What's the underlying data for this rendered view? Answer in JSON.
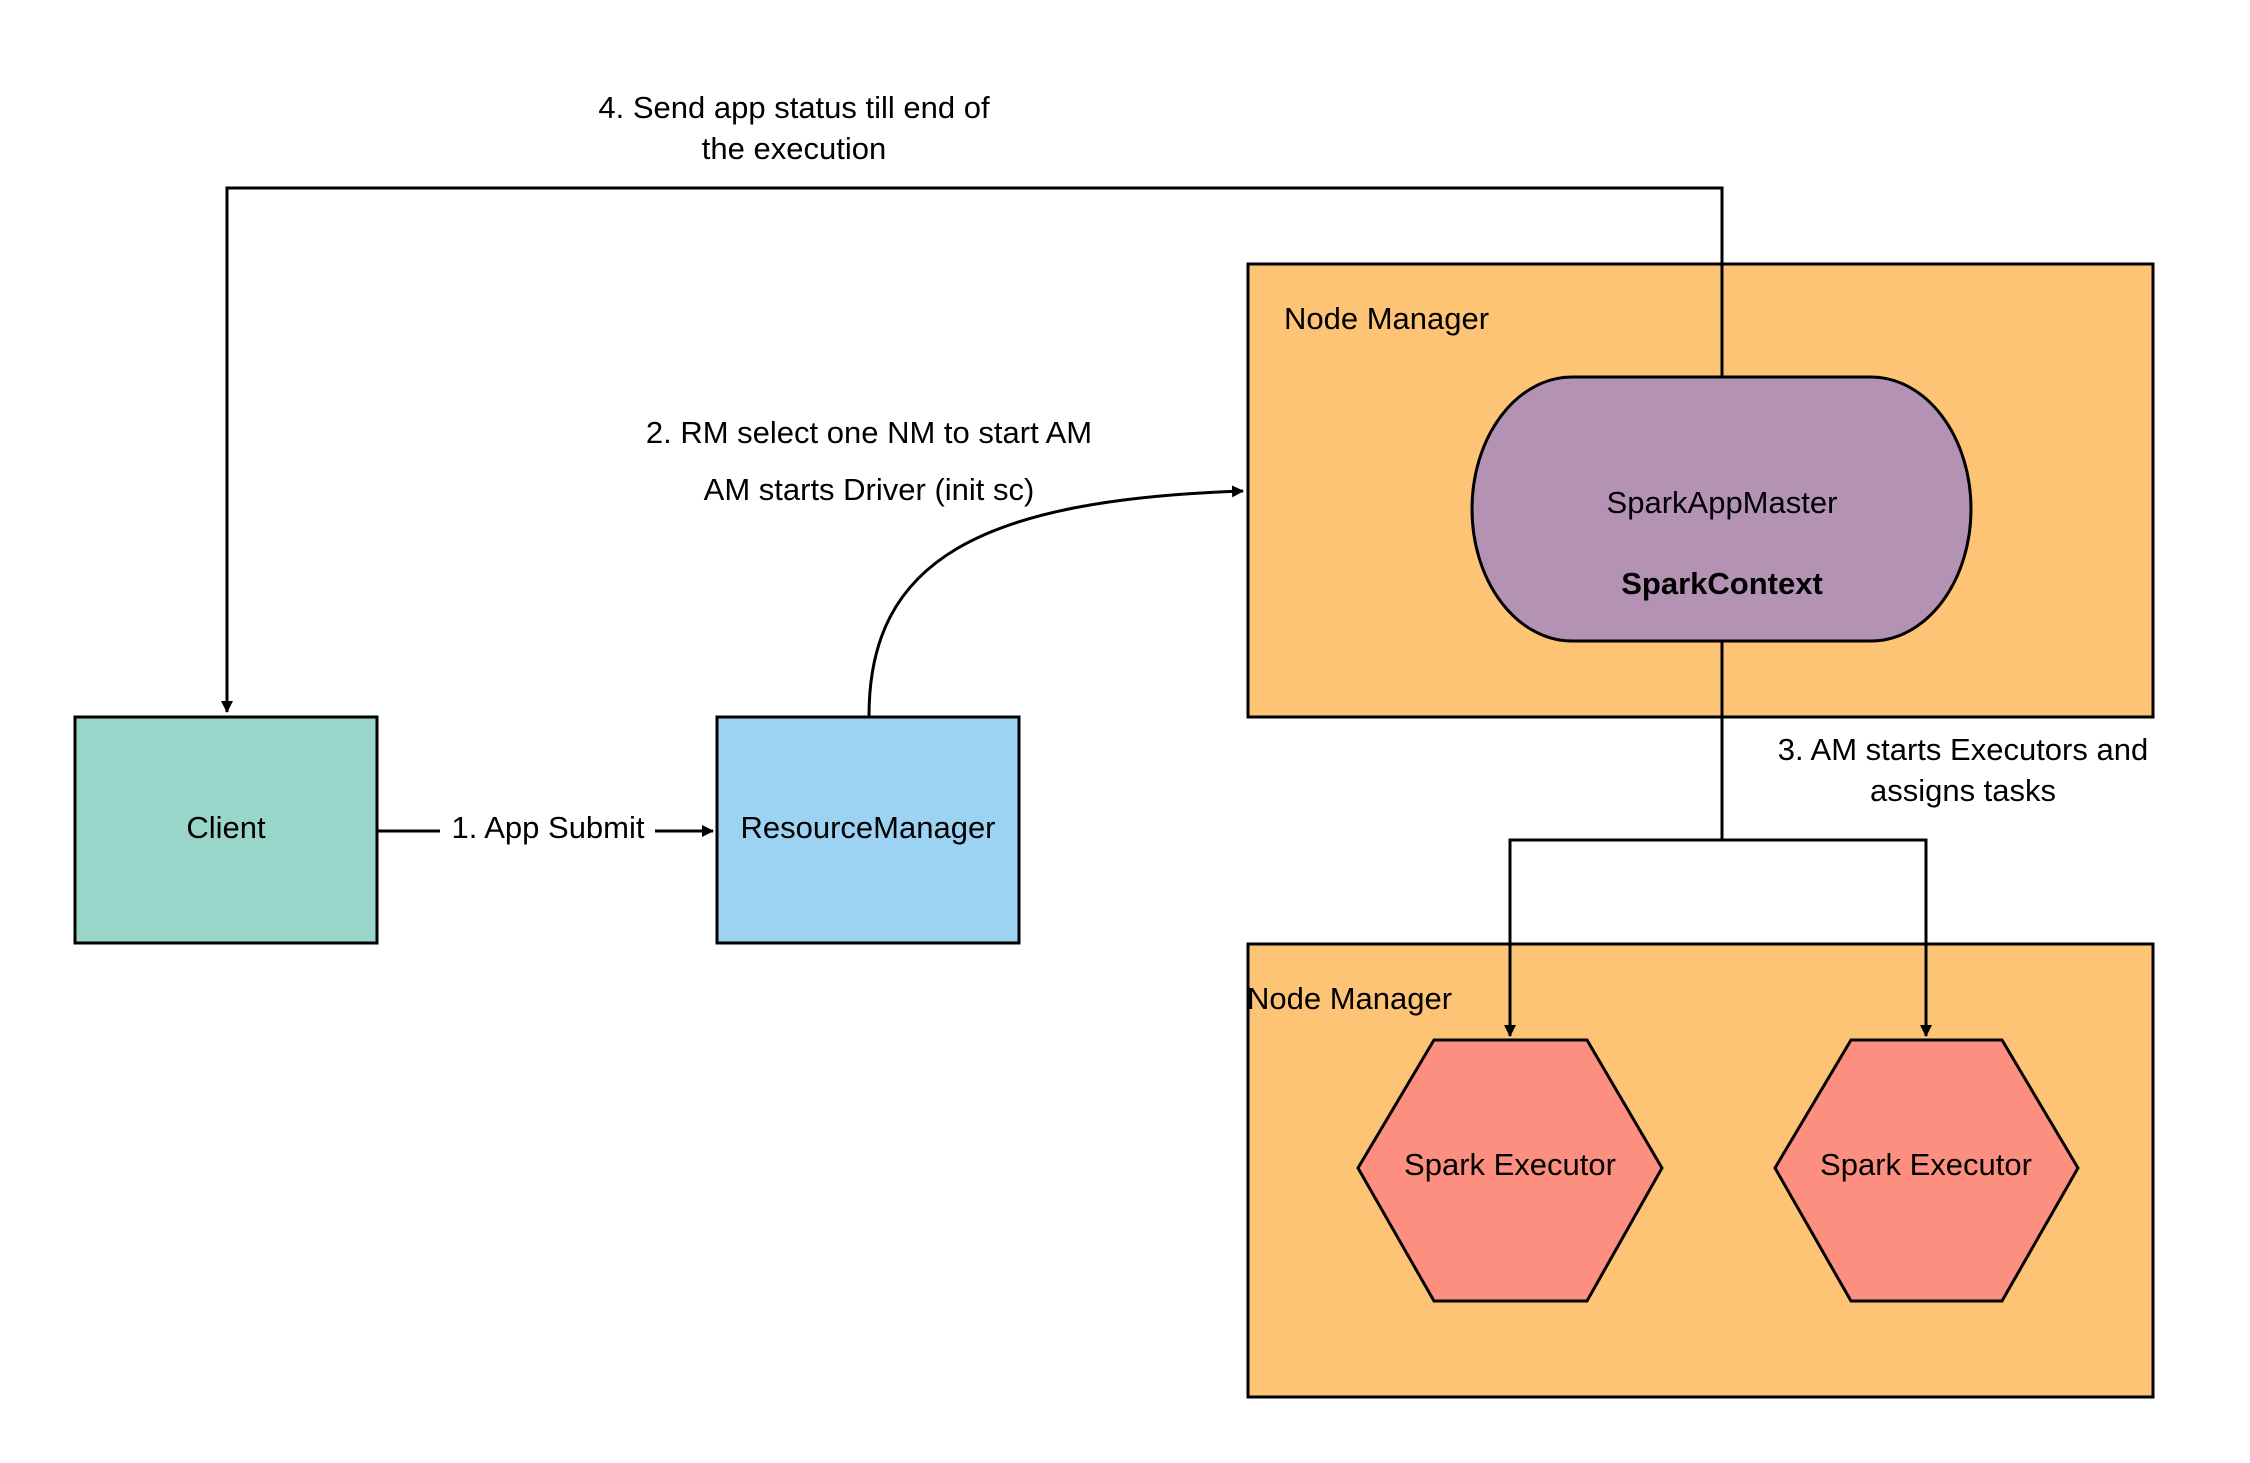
{
  "colors": {
    "client": "#9ad5c9",
    "resource_manager": "#9dd3f2",
    "node_manager": "#fdc476",
    "app_master": "#b392b4",
    "executor": "#fc8f80",
    "stroke": "#000000",
    "background": "#ffffff"
  },
  "nodes": {
    "client": "Client",
    "resource_manager": "ResourceManager",
    "node_manager_top": "Node Manager",
    "node_manager_bottom": "Node Manager",
    "app_master": "SparkAppMaster",
    "spark_context": "SparkContext",
    "executor_left": "Spark Executor",
    "executor_right": "Spark Executor"
  },
  "edges": {
    "step1": "1. App Submit",
    "step2_line1": "2. RM select one NM to start AM",
    "step2_line2": "AM starts Driver (init sc)",
    "step3_line1": "3. AM starts Executors and",
    "step3_line2": "assigns tasks",
    "step4_line1": "4. Send app status till end of",
    "step4_line2": "the execution"
  }
}
